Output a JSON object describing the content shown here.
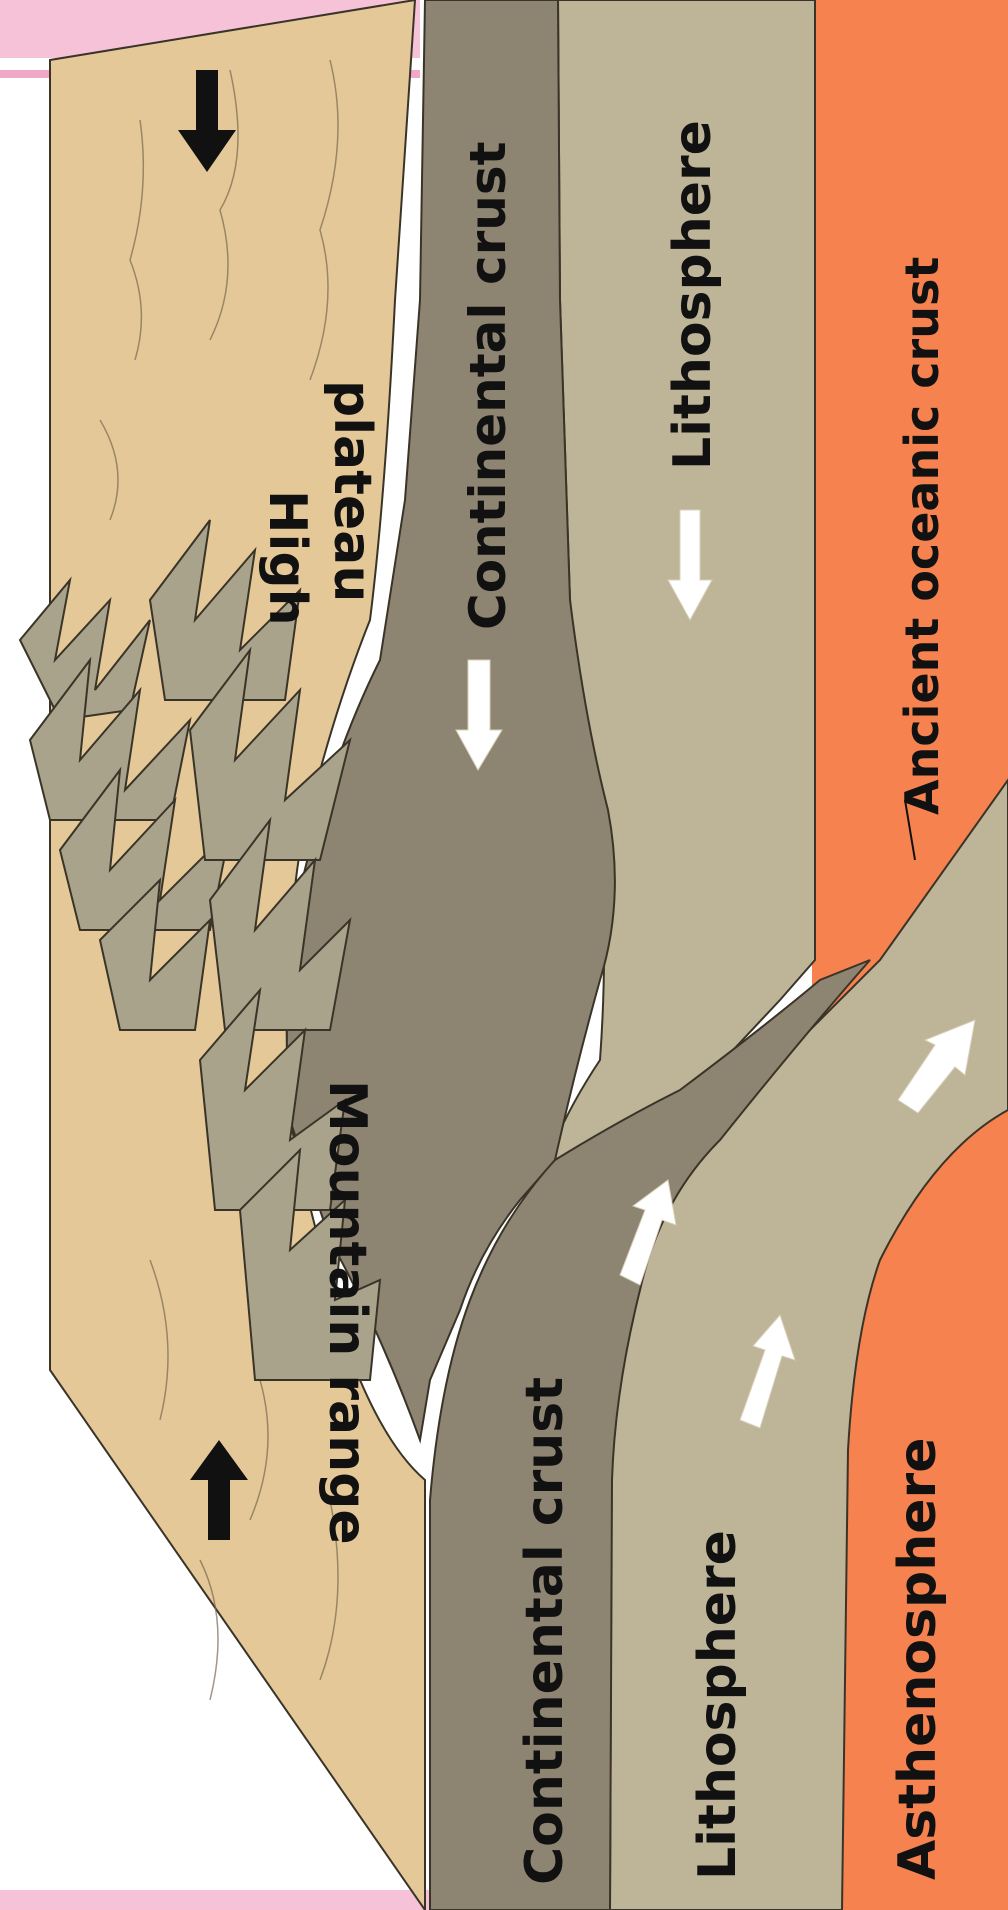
{
  "labels": {
    "continental_crust_top": "Continental crust",
    "lithosphere_top": "Lithosphere",
    "ancient_oceanic_crust": "Ancient oceanic crust",
    "high_plateau_line1": "High",
    "high_plateau_line2": "plateau",
    "mountain_range": "Mountain range",
    "continental_crust_bottom": "Continental crust",
    "lithosphere_bottom": "Lithosphere",
    "asthenosphere": "Asthenosphere"
  },
  "colors": {
    "background": "#ffffff",
    "asthenosphere": "#f5824f",
    "lithosphere": "#beb598",
    "continental_crust": "#8e8472",
    "surface_block": "#e5c898",
    "mountains": "#aaa38c",
    "arrow_white": "#ffffff",
    "arrow_black": "#111111",
    "outline": "#3a3428",
    "border_pink": "#f0a7c8"
  },
  "icons": [
    "arrow-down-icon",
    "arrow-up-icon",
    "mountain-icon"
  ]
}
